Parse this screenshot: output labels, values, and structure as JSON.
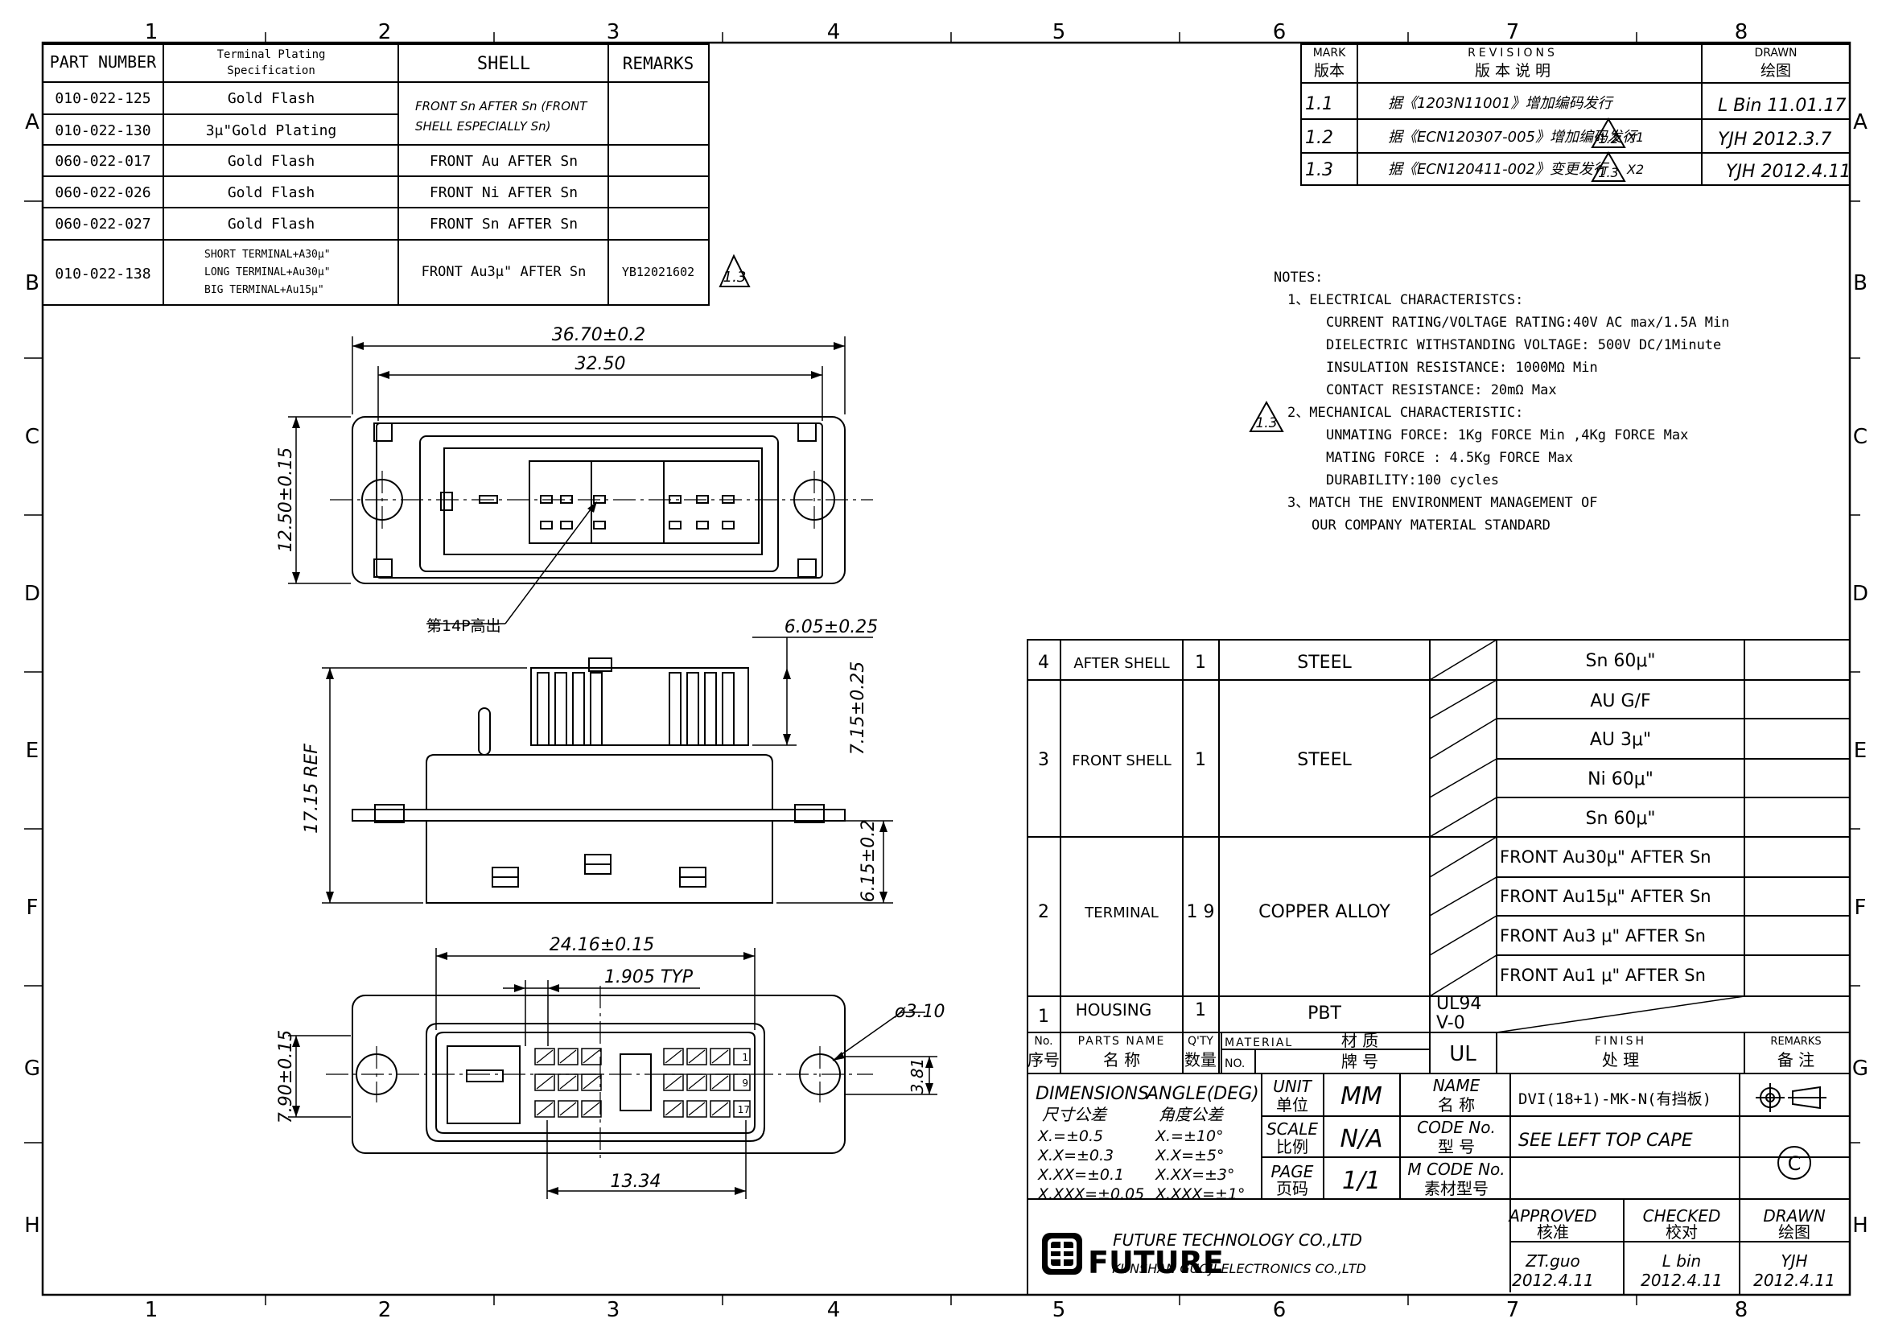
{
  "border": {
    "cols": [
      "1",
      "2",
      "3",
      "4",
      "5",
      "6",
      "7",
      "8"
    ],
    "rows": [
      "A",
      "B",
      "C",
      "D",
      "E",
      "F",
      "G",
      "H"
    ]
  },
  "parts_table": {
    "headers": [
      "PART NUMBER",
      "Terminal Plating",
      "Specification",
      "SHELL",
      "REMARKS"
    ],
    "rows": [
      {
        "pn": "010-022-125",
        "plating": "Gold Flash",
        "shell1": "FRONT Sn  AFTER Sn (FRONT",
        "shell2": "SHELL ESPECIALLY Sn)",
        "remark": ""
      },
      {
        "pn": "010-022-130",
        "plating": "3μ\"Gold Plating",
        "shell1": "",
        "shell2": "",
        "remark": ""
      },
      {
        "pn": "060-022-017",
        "plating": "Gold Flash",
        "shell1": "FRONT Au  AFTER Sn",
        "shell2": "",
        "remark": ""
      },
      {
        "pn": "060-022-026",
        "plating": "Gold Flash",
        "shell1": "FRONT Ni  AFTER Sn",
        "shell2": "",
        "remark": ""
      },
      {
        "pn": "060-022-027",
        "plating": "Gold Flash",
        "shell1": "FRONT Sn  AFTER Sn",
        "shell2": "",
        "remark": ""
      },
      {
        "pn": "010-022-138",
        "plating1": "SHORT TERMINAL+A30μ\"",
        "plating2": "LONG TERMINAL+Au30μ\"",
        "plating3": "BIG TERMINAL+Au15μ\"",
        "shell1": "FRONT Au3μ\"  AFTER Sn",
        "remark": "YB12021602",
        "rev": "1.3"
      }
    ]
  },
  "revisions": {
    "mark_en": "MARK",
    "mark_cn": "版本",
    "rev_en": "REVISIONS",
    "rev_cn": "版 本 说 明",
    "drawn_en": "DRAWN",
    "drawn_cn": "绘图",
    "rows": [
      {
        "mark": "1.1",
        "desc": "据《1203N11001》增加编码发行",
        "marker": "",
        "drawn": "L Bin 11.01.17"
      },
      {
        "mark": "1.2",
        "desc": "据《ECN120307-005》增加编码发行",
        "marker": "1.2",
        "suffix": "X1",
        "drawn": "YJH  2012.3.7"
      },
      {
        "mark": "1.3",
        "desc": "据《ECN120411-002》变更发行",
        "marker": "1.3",
        "suffix": "X2",
        "drawn": "YJH  2012.4.11"
      }
    ]
  },
  "notes": {
    "title": "NOTES:",
    "lines": [
      "1、ELECTRICAL CHARACTERISTCS:",
      "CURRENT RATING/VOLTAGE RATING:40V AC max/1.5A Min",
      "DIELECTRIC WITHSTANDING VOLTAGE: 500V DC/1Minute",
      "INSULATION RESISTANCE: 1000MΩ Min",
      "CONTACT RESISTANCE: 20mΩ Max",
      "2、MECHANICAL CHARACTERISTIC:",
      "UNMATING  FORCE: 1Kg FORCE Min ,4Kg FORCE Max",
      "MATING  FORCE :  4.5Kg FORCE Max",
      "DURABILITY:100 cycles",
      "3、MATCH THE ENVIRONMENT MANAGEMENT OF",
      "OUR COMPANY MATERIAL STANDARD"
    ],
    "marker": "1.3"
  },
  "drawing": {
    "top_width": "36.70±0.2",
    "top_inner": "32.50",
    "top_height": "12.50±0.15",
    "callout": "第14P高出",
    "side_h1": "6.05±0.25",
    "side_h2": "7.15±0.25",
    "side_ref": "17.15 REF",
    "side_h3": "6.15±0.2",
    "front_w": "24.16±0.15",
    "front_pitch": "1.905 TYP",
    "front_hole": "ø3.10",
    "front_h": "7.90±0.15",
    "front_gap": "3.81",
    "front_bottom": "13.34",
    "pin1": "1",
    "pin9": "9",
    "pin17": "17"
  },
  "bom": {
    "rows": [
      {
        "no": "4",
        "name": "AFTER SHELL",
        "qty": "1",
        "material": "STEEL",
        "finish": [
          "Sn 60μ\""
        ]
      },
      {
        "no": "3",
        "name": "FRONT SHELL",
        "qty": "1",
        "material": "STEEL",
        "finish": [
          "AU G/F",
          "AU  3μ\"",
          "Ni 60μ\"",
          "Sn 60μ\""
        ]
      },
      {
        "no": "2",
        "name": "TERMINAL",
        "qty": "1 9",
        "material": "COPPER ALLOY",
        "finish": [
          "FRONT Au30μ\" AFTER Sn",
          "FRONT Au15μ\" AFTER Sn",
          "FRONT Au3  μ\" AFTER Sn",
          "FRONT Au1  μ\" AFTER Sn"
        ]
      },
      {
        "no": "1",
        "name": "HOUSING",
        "qty": "1",
        "material": "PBT",
        "grade1": "UL94",
        "grade2": "V-0"
      }
    ],
    "hdr": {
      "no_en": "No.",
      "no_cn": "序号",
      "pn_en": "PARTS NAME",
      "pn_cn": "名  称",
      "qty_en": "Q'TY",
      "qty_cn": "数量",
      "mat_en": "MATERIAL",
      "mat_cn": "材  质",
      "no2": "NO.",
      "brand": "牌  号",
      "ul": "UL",
      "fin_en": "FINISH",
      "fin_cn": "处  理",
      "rem_en": "REMARKS",
      "rem_cn": "备  注"
    }
  },
  "title_block": {
    "dim_title": "DIMENSIONS",
    "dim_cn": "尺寸公差",
    "ang_title": "ANGLE(DEG)",
    "ang_cn": "角度公差",
    "dims": [
      "X.=±0.5",
      "X.X=±0.3",
      "X.XX=±0.1",
      "X.XXX=±0.05"
    ],
    "angs": [
      "X.=±10°",
      "X.X=±5°",
      "X.XX=±3°",
      "X.XXX=±1°"
    ],
    "unit_en": "UNIT",
    "unit_cn": "单位",
    "unit_val": "MM",
    "scale_en": "SCALE",
    "scale_cn": "比例",
    "scale_val": "N/A",
    "page_en": "PAGE",
    "page_cn": "页码",
    "page_val": "1/1",
    "name_en": "NAME",
    "name_cn": "名  称",
    "name_val": "DVI(18+1)-MK-N(有挡板)",
    "code_en": "CODE No.",
    "code_cn": "型  号",
    "code_val": "SEE LEFT TOP CAPE",
    "mcode_en": "M CODE No.",
    "mcode_cn": "素材型号",
    "company1": "FUTURE TECHNOLOGY CO.,LTD",
    "company2": "KUNSHAN GUOJI ELECTRONICS CO.,LTD",
    "logo": "FUTURE",
    "approved_en": "APPROVED",
    "approved_cn": "核准",
    "approved_name": "ZT.guo",
    "approved_date": "2012.4.11",
    "checked_en": "CHECKED",
    "checked_cn": "校对",
    "checked_name": "L bin",
    "checked_date": "2012.4.11",
    "drawn_en": "DRAWN",
    "drawn_cn": "绘图",
    "drawn_name": "YJH",
    "drawn_date": "2012.4.11",
    "copyright": "C"
  }
}
